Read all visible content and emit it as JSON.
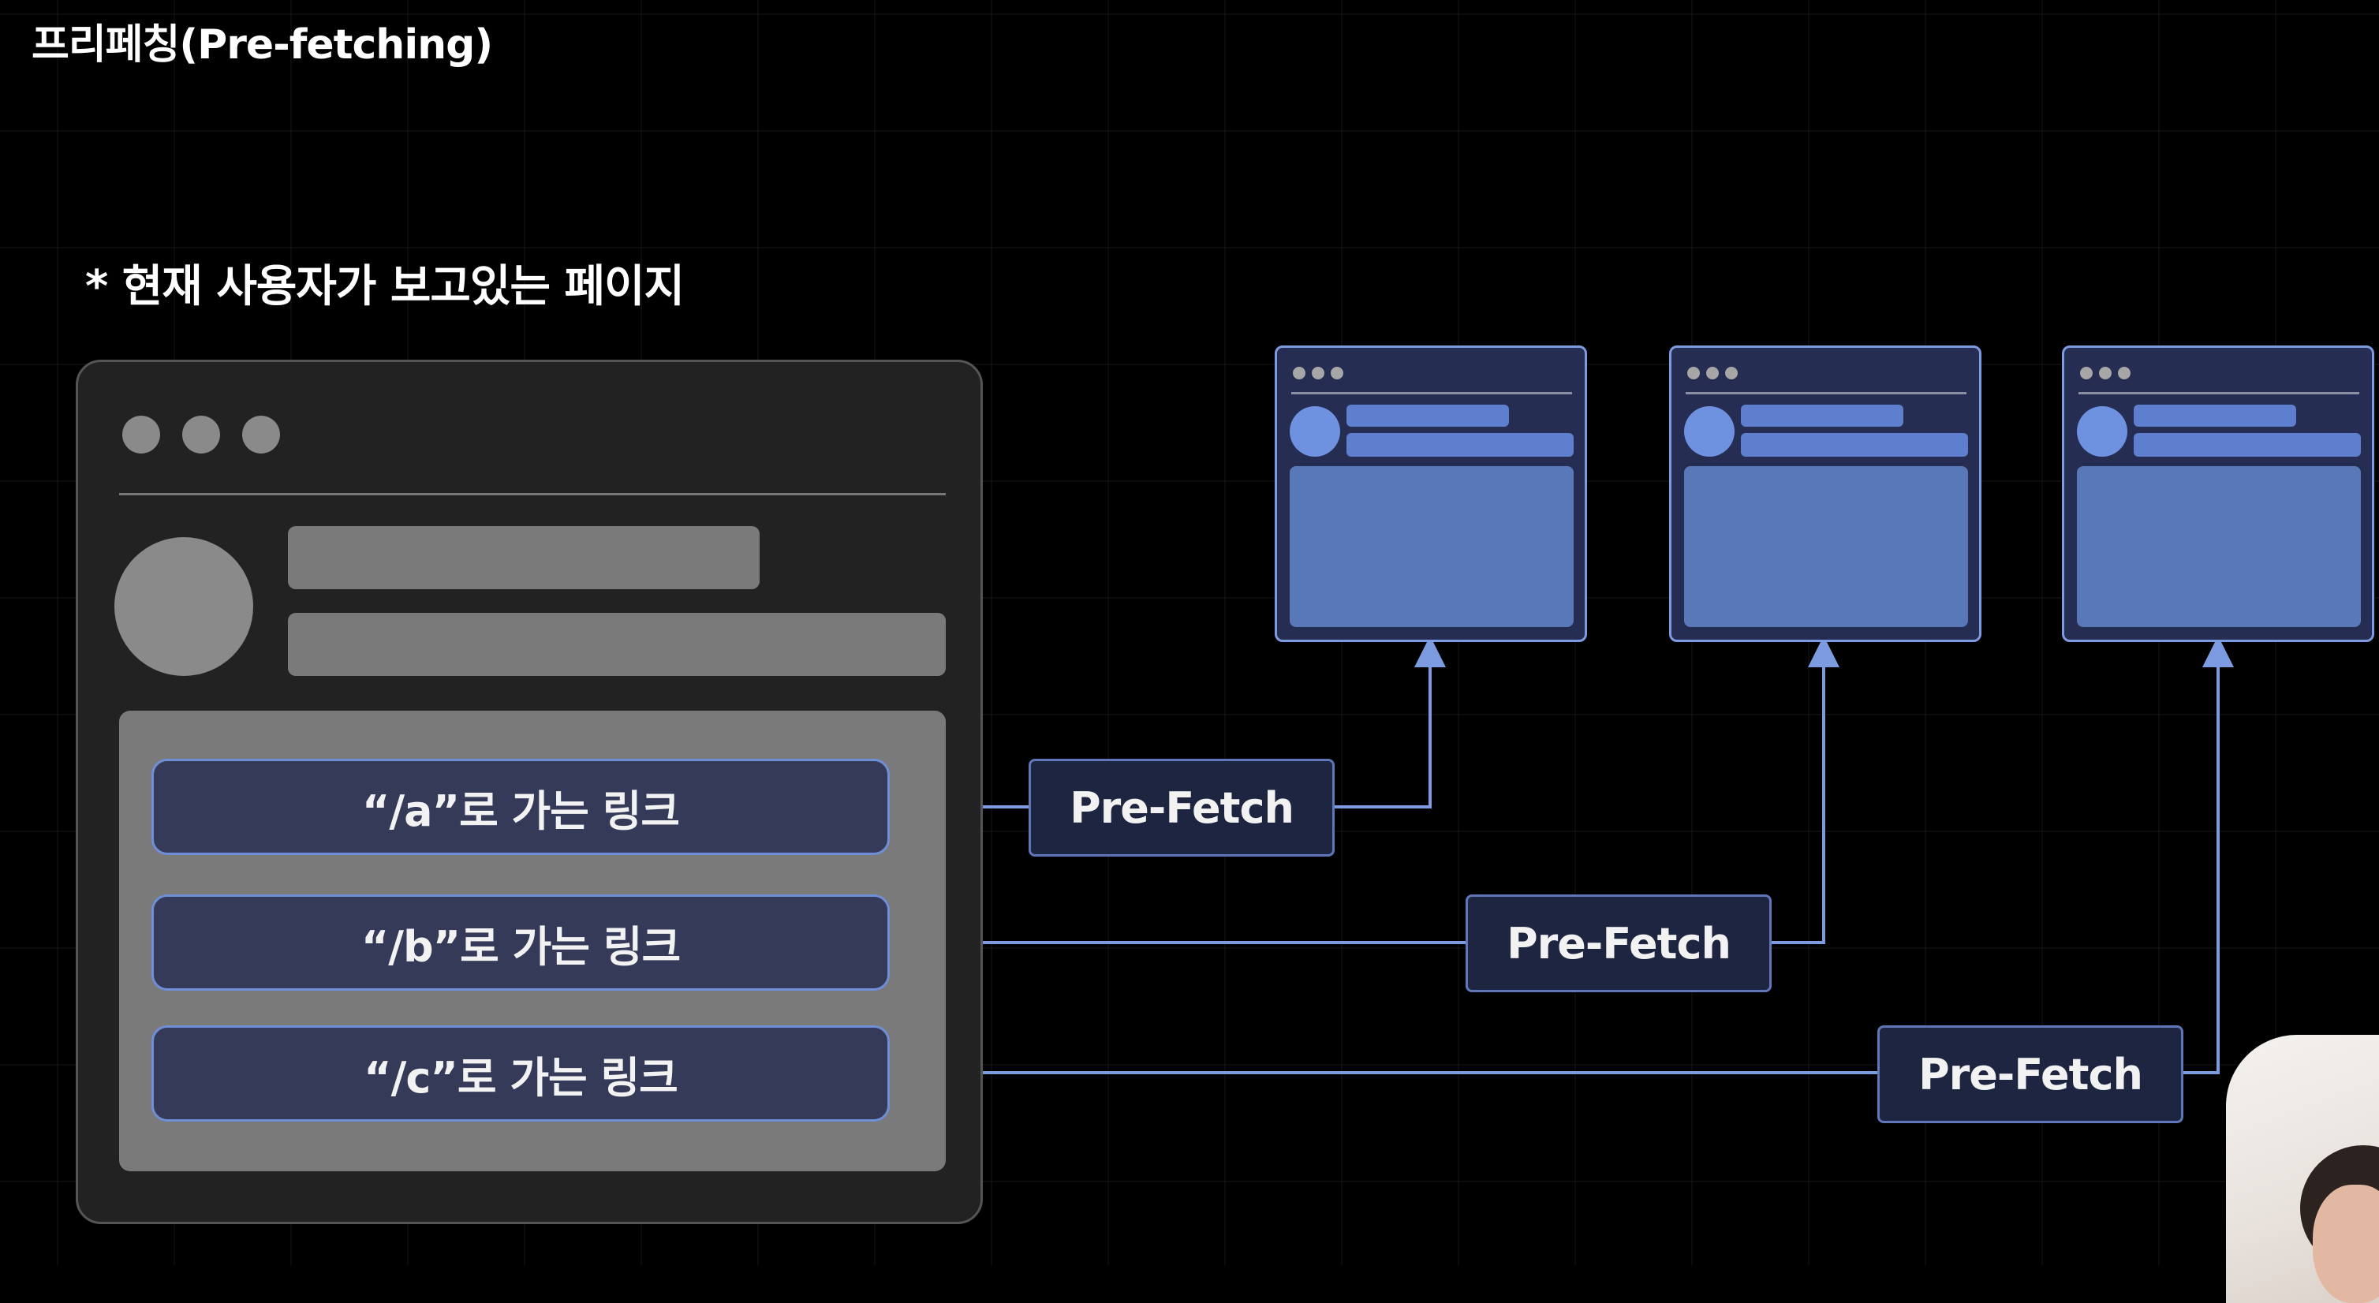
{
  "title": "프리페칭(Pre-fetching)",
  "caption": "* 현재 사용자가 보고있는 페이지",
  "links": [
    {
      "label": "“/a”로 가는 링크"
    },
    {
      "label": "“/b”로 가는 링크"
    },
    {
      "label": "“/c”로 가는 링크"
    }
  ],
  "prefetch_labels": [
    "Pre-Fetch",
    "Pre-Fetch",
    "Pre-Fetch"
  ],
  "colors": {
    "background": "#000000",
    "link_fill": "#343a58",
    "accent_line": "#6f8ed8",
    "mini_window_fill": "#262d52",
    "mini_window_content": "#5878b8"
  }
}
